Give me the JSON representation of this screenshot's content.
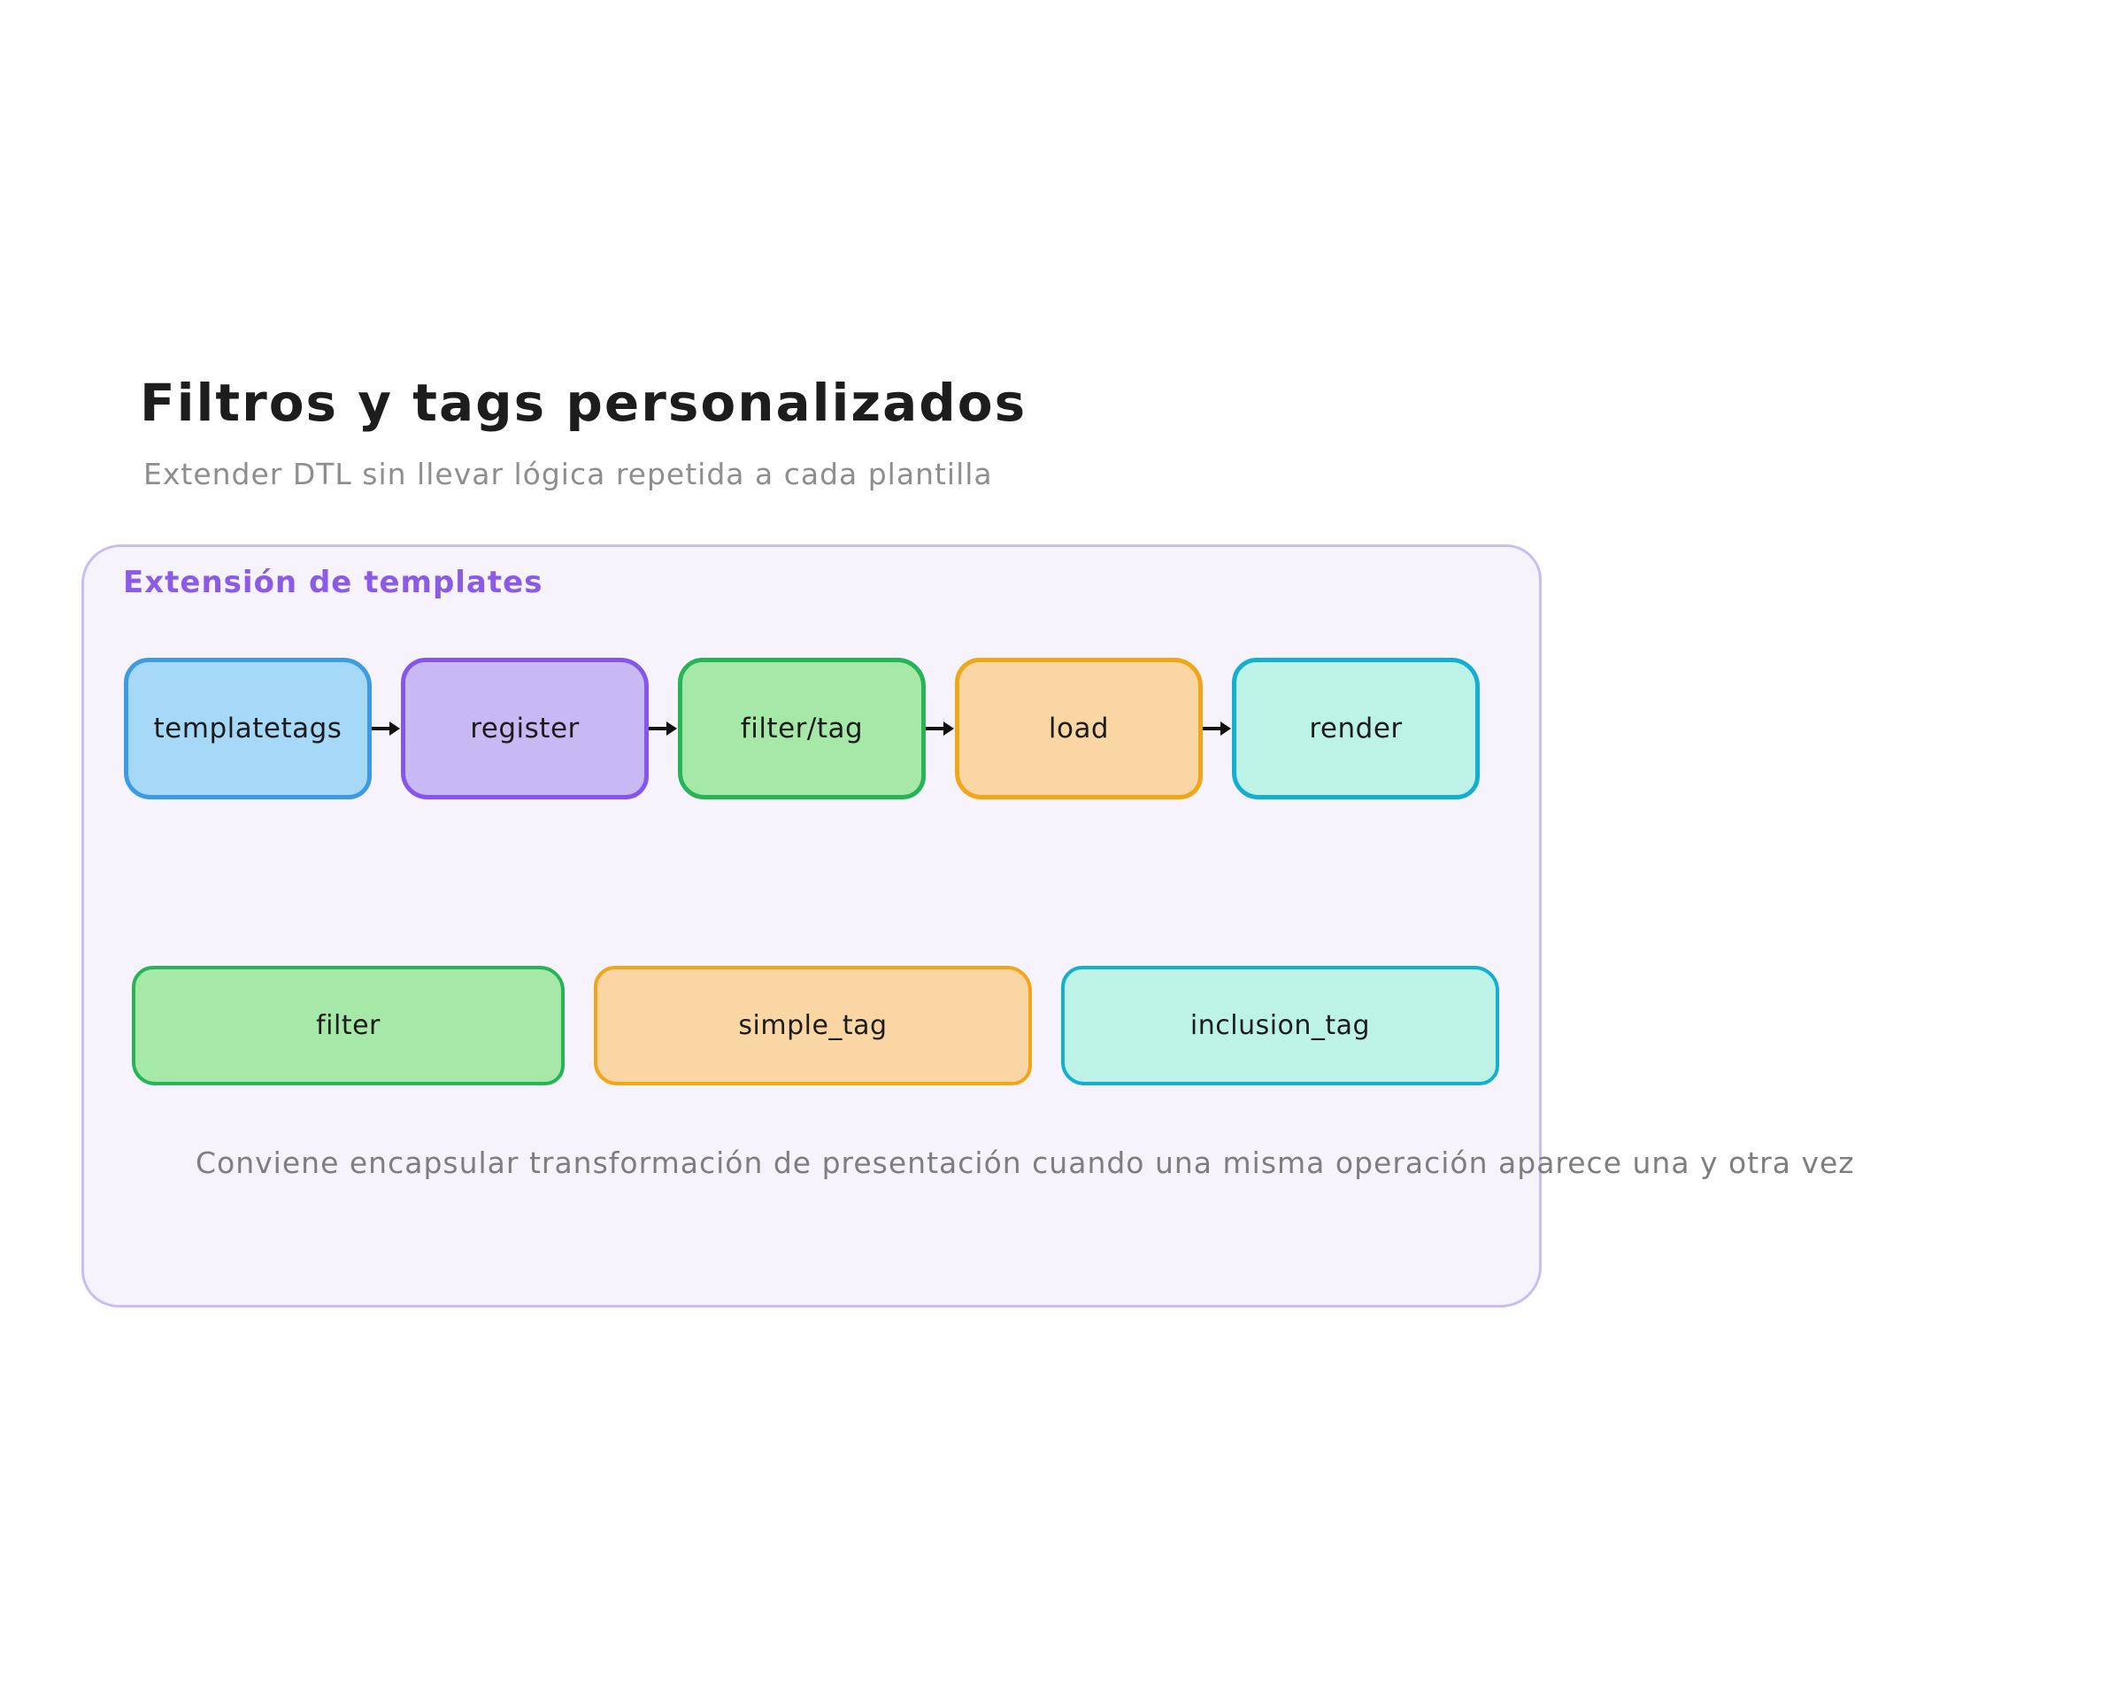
{
  "page": {
    "title": "Filtros y tags personalizados",
    "subtitle": "Extender DTL sin llevar lógica repetida a cada plantilla"
  },
  "panel": {
    "label": "Extensión de templates",
    "flow": [
      {
        "label": "templatetags"
      },
      {
        "label": "register"
      },
      {
        "label": "filter/tag"
      },
      {
        "label": "load"
      },
      {
        "label": "render"
      }
    ],
    "tag_types": [
      {
        "label": "filter"
      },
      {
        "label": "simple_tag"
      },
      {
        "label": "inclusion_tag"
      }
    ],
    "note": "Conviene encapsular transformación de presentación cuando una misma operación aparece una y otra vez"
  },
  "colors": {
    "title": "#1d1d1d",
    "subtitle": "#8e8e8e",
    "note": "#7e7e7e",
    "accent": "#8a5be5",
    "arrow": "#111111",
    "node_text": "#1c1c1c",
    "panel": {
      "fill": "#f6f3fc",
      "stroke": "#cabdf1"
    },
    "blue": {
      "fill": "#a6d9f7",
      "stroke": "#3d9be4"
    },
    "purple": {
      "fill": "#c8b8f3",
      "stroke": "#8655ec"
    },
    "green": {
      "fill": "#a5e8a8",
      "stroke": "#27b457"
    },
    "orange": {
      "fill": "#f9d6a3",
      "stroke": "#f1a519"
    },
    "teal": {
      "fill": "#bdf2e6",
      "stroke": "#14afd0"
    }
  }
}
